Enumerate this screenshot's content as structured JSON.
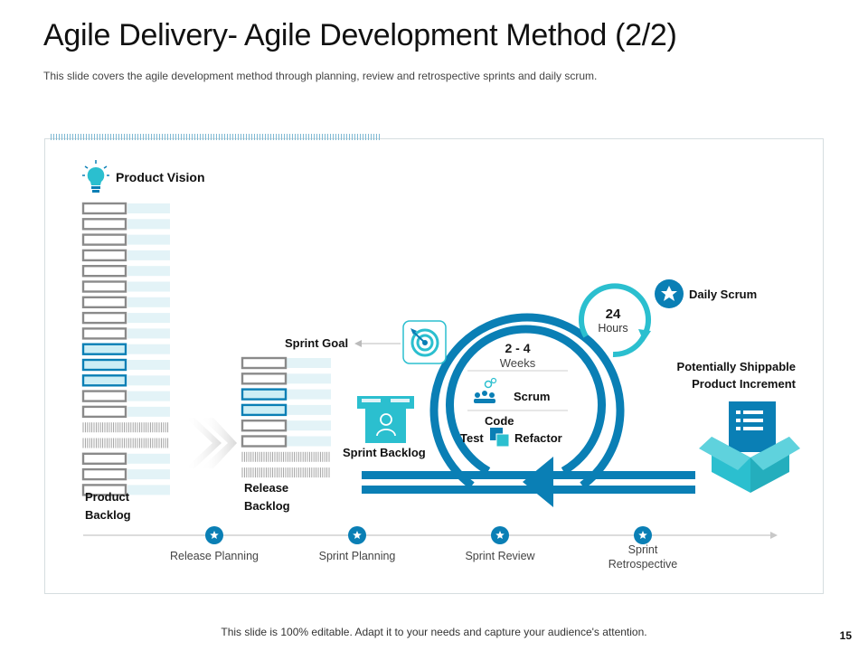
{
  "header": {
    "title": "Agile Delivery- Agile Development Method (2/2)",
    "subtitle": "This slide covers the agile development method through planning, review and retrospective sprints and daily scrum."
  },
  "diagram": {
    "product_vision": "Product Vision",
    "product_backlog": [
      "Product",
      "Backlog"
    ],
    "release_backlog": [
      "Release",
      "Backlog"
    ],
    "sprint_goal": "Sprint Goal",
    "sprint_backlog": "Sprint Backlog",
    "cycle": {
      "duration": "2 - 4",
      "duration_unit": "Weeks",
      "scrum": "Scrum",
      "code": "Code",
      "test": "Test",
      "refactor": "Refactor"
    },
    "daily": {
      "hours_value": "24",
      "hours_unit": "Hours",
      "label": "Daily Scrum"
    },
    "increment": [
      "Potentially Shippable",
      "Product Increment"
    ],
    "timeline": [
      {
        "label": "Release Planning"
      },
      {
        "label": "Sprint Planning"
      },
      {
        "label": "Sprint Review"
      },
      {
        "label_lines": [
          "Sprint",
          "Retrospective"
        ]
      }
    ]
  },
  "colors": {
    "primary": "#0a7fb5",
    "accent": "#2bbfcf",
    "light": "#dff3f7",
    "gray": "#8a8a8a"
  },
  "footer": {
    "note": "This slide is 100% editable. Adapt it to your needs and capture your audience's attention.",
    "page": "15"
  }
}
